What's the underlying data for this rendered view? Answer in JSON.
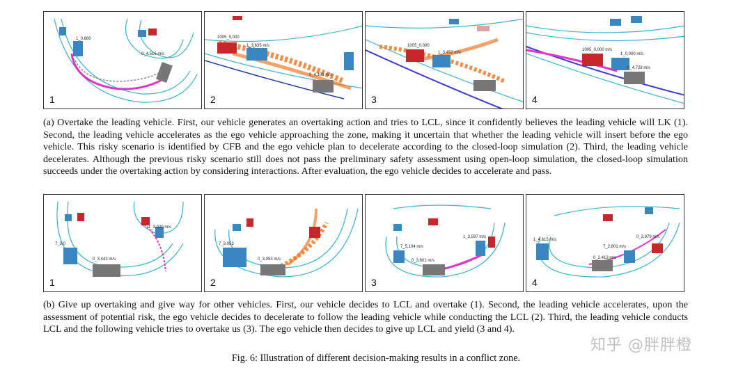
{
  "row_a": {
    "panels": [
      {
        "number": "1",
        "labels": [
          "1_0,880",
          "0_4,516 m/s"
        ]
      },
      {
        "number": "2",
        "labels": [
          "1005_0,000",
          "1_3,635 m/s",
          "0_4,101 m/s"
        ]
      },
      {
        "number": "3",
        "labels": [
          "1005_0,000",
          "1_3,452 m/s"
        ]
      },
      {
        "number": "4",
        "labels": [
          "1005_0,000 m/s",
          "1_0,000 m/s",
          "0_4,728 m/s"
        ]
      }
    ],
    "caption": "(a) Overtake the leading vehicle. First, our vehicle generates an overtaking action and tries to LCL, since it confidently believes the leading vehicle will LK (1). Second, the leading vehicle accelerates as the ego vehicle approaching the zone, making it uncertain that whether the leading vehicle will insert before the ego vehicle. This risky scenario is identified by CFB and the ego vehicle plan to decelerate according to the closed-loop simulation (2). Third, the leading vehicle decelerates. Although the previous risky scenario still does not pass the preliminary safety assessment using open-loop simulation, the closed-loop simulation succeeds under the overtaking action by considering interactions. After evaluation, the ego vehicle decides to accelerate and pass."
  },
  "row_b": {
    "panels": [
      {
        "number": "1",
        "labels": [
          "7_3,0",
          "0_3,443 m/s",
          "1_3,020 m/s"
        ]
      },
      {
        "number": "2",
        "labels": [
          "7_3,053",
          "0_3,053 m/s"
        ]
      },
      {
        "number": "3",
        "labels": [
          "7_5,104 m/s",
          "0_3,601 m/s",
          "1_3,597 m/s"
        ]
      },
      {
        "number": "4",
        "labels": [
          "1_4,615 m/s",
          "7_2,801 m/s",
          "0_2,413 m/s",
          "0_3,979 m/s"
        ]
      }
    ],
    "caption": "(b) Give up overtaking and give way for other vehicles. First, our vehicle decides to LCL and overtake (1). Second, the leading vehicle accelerates, upon the assessment of potential risk, the ego vehicle decides to decelerate to follow the leading vehicle while conducting the LCL (2). Third, the leading vehicle conducts LCL and the following vehicle tries to overtake us (3). The ego vehicle then decides to give up LCL and yield (3 and 4)."
  },
  "figure_caption": "Fig. 6: Illustration of different decision-making results in a conflict zone.",
  "watermark": "知乎 @胖胖橙",
  "colors": {
    "road": "#39b2cf",
    "ego_traj": "#e233c8",
    "risk_traj": "#f07a28",
    "vehicle_blue": "#3a86c0",
    "vehicle_red": "#c9262b",
    "ego_car": "#777777",
    "marker": "#2db84a"
  }
}
